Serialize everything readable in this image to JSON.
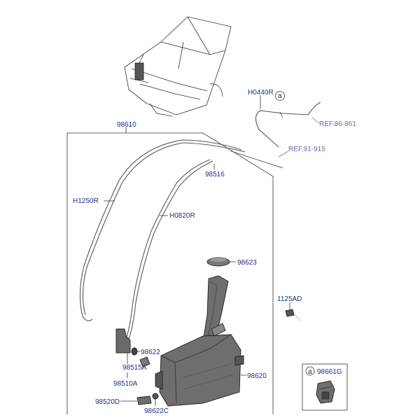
{
  "labels": {
    "hose_h0440r": "H0440R",
    "marker_a": "a",
    "ref_86": "REF.86-861",
    "ref_91": "REF.91-915",
    "assembly_98610": "98610",
    "hose_98516": "98516",
    "hose_h1250r": "H1250R",
    "hose_h0820r": "H0820R",
    "cap_98623": "98623",
    "bolt_1125ad": "1125AD",
    "seal_98622_upper": "98622",
    "clip_98515a": "98515A",
    "pump_98510a": "98510A",
    "reservoir_98620": "98620",
    "sensor_98520d": "98520D",
    "seal_98622c": "98622C",
    "inset_marker": "a",
    "inset_part": "98661G"
  },
  "colors": {
    "label": "#1f2e8a",
    "ref": "#7a5fb0",
    "line": "#333333",
    "part_fill": "#6e6e6e",
    "part_dark": "#3a3a3a"
  }
}
